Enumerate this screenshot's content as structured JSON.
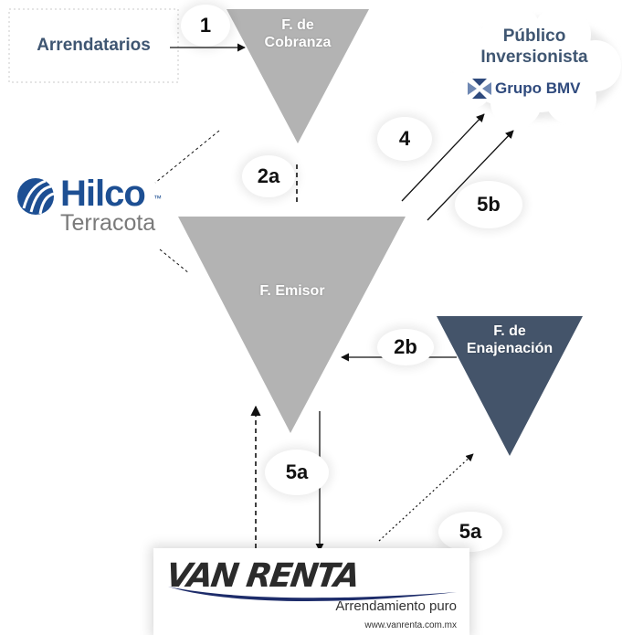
{
  "nodes": {
    "arrendatarios": "Arrendatarios",
    "f_cobranza": [
      "F. de",
      "Cobranza"
    ],
    "f_emisor": "F. Emisor",
    "f_enajenacion": [
      "F. de",
      "Enajenación"
    ],
    "publico": [
      "Público",
      "Inversionista"
    ],
    "grupo_bmv": "Grupo BMV",
    "hilco": {
      "name": "Hilco",
      "tm": "™",
      "sub": "Terracota"
    },
    "vanrenta": {
      "name": "VAN RENTA",
      "tagline": "Arrendamiento puro",
      "url": "www.vanrenta.com.mx"
    }
  },
  "steps": {
    "s1": "1",
    "s2a": "2a",
    "s2b": "2b",
    "s4": "4",
    "s5b": "5b",
    "s5a_left": "5a",
    "s5a_right": "5a"
  },
  "colors": {
    "gray_triangle": "#b3b3b3",
    "dark_triangle": "#44546a",
    "label_text": "#3f5672",
    "hilco_blue": "#1d4f93"
  }
}
